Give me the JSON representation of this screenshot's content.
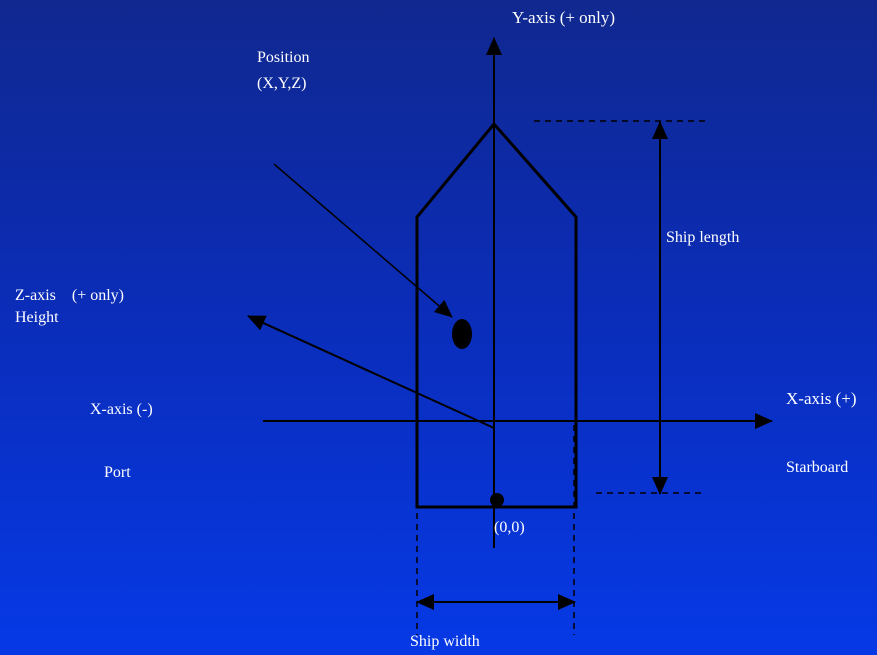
{
  "diagram": {
    "colors": {
      "background_top": "#10288f",
      "background_bottom": "#0639e6",
      "line": "#000000",
      "text": "#ffffff"
    },
    "labels": {
      "y_axis": "Y-axis (+ only)",
      "position_line1": "Position",
      "position_line2": "(X,Y,Z)",
      "ship_length": "Ship length",
      "z_axis": "Z-axis    (+ only)",
      "height": "Height",
      "x_axis_negative": "X-axis (-)",
      "x_axis_positive": "X-axis (+)",
      "port": "Port",
      "starboard": "Starboard",
      "origin": "(0,0)",
      "ship_width": "Ship width"
    }
  }
}
